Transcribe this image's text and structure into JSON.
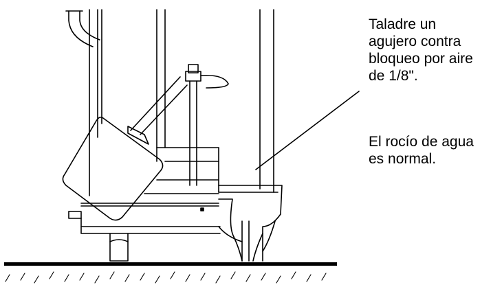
{
  "callouts": {
    "drill": {
      "lines": [
        "Taladre un",
        "agujero contra",
        "bloqueo por aire",
        "de 1/8\"."
      ]
    },
    "spray": {
      "lines": [
        "El rocío de agua",
        "es normal."
      ]
    }
  }
}
